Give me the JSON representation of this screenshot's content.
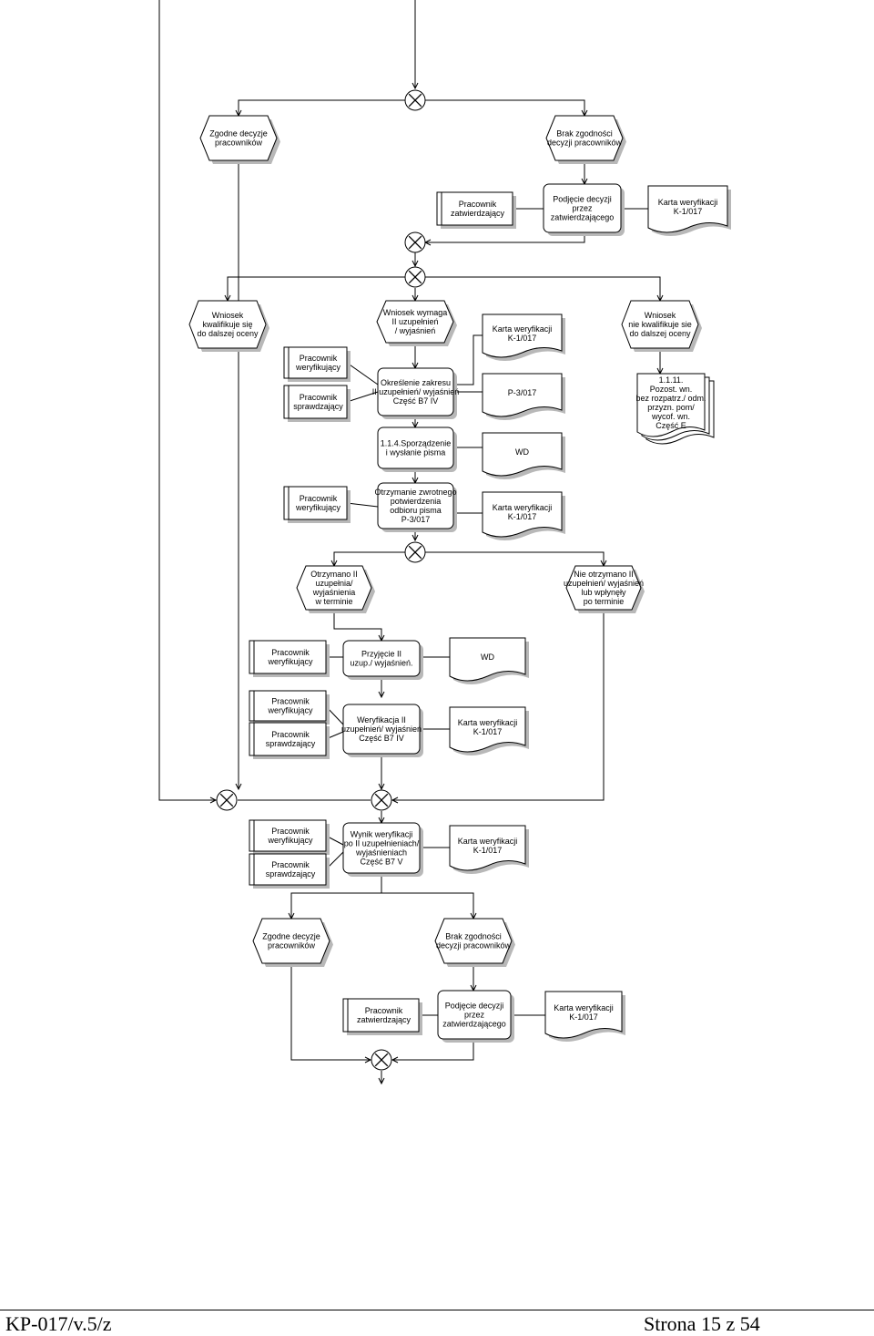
{
  "diagram": {
    "events": {
      "e1": [
        "Zgodne decyzje",
        "pracowników"
      ],
      "e2": [
        "Brak zgodności",
        "decyzji pracowników"
      ],
      "e3": [
        "Wniosek",
        "kwalifikuje się",
        "do dalszej oceny"
      ],
      "e4": [
        "Wniosek wymaga",
        "II uzupełnień",
        "/ wyjaśnień"
      ],
      "e5": [
        "Wniosek",
        "nie kwalifikuje sie",
        "do dalszej oceny"
      ],
      "e6": [
        "Otrzymano II",
        "uzupełnia/",
        "wyjaśnienia",
        "w terminie"
      ],
      "e7": [
        "Nie otrzymano II",
        "uzupełnień/ wyjaśnień",
        "lub wpłynęły",
        "po terminie"
      ],
      "e8": [
        "Zgodne decyzje",
        "pracowników"
      ],
      "e9": [
        "Brak zgodności",
        "decyzji pracowników"
      ]
    },
    "functions": {
      "f1": [
        "Podjęcie decyzji",
        "przez",
        "zatwierdzającego"
      ],
      "f2": [
        "Określenie zakresu",
        "II uzupełnień/ wyjaśnień",
        "Część B7 IV"
      ],
      "f3": [
        "1.1.4.Sporządzenie",
        "i wysłanie pisma"
      ],
      "f4": [
        "Otrzymanie zwrotnego",
        "potwierdzenia",
        "odbioru pisma",
        "P-3/017"
      ],
      "f5": [
        "Przyjęcie II",
        "uzup./ wyjaśnień."
      ],
      "f6": [
        "Weryfikacja II",
        "uzupełnień/ wyjaśnień",
        "Część B7 IV"
      ],
      "f7": [
        "Wynik weryfikacji",
        "po II uzupełnieniach/",
        "wyjaśnieniach",
        "Część B7 V"
      ],
      "f8": [
        "Podjęcie decyzji",
        "przez",
        "zatwierdzającego"
      ]
    },
    "roles": {
      "r1": [
        "Pracownik",
        "zatwierdzający"
      ],
      "r2": [
        "Pracownik",
        "weryfikujący"
      ],
      "r3": [
        "Pracownik",
        "sprawdzający"
      ],
      "r4": [
        "Pracownik",
        "weryfikujący"
      ],
      "r5": [
        "Pracownik",
        "weryfikujący"
      ],
      "r6": [
        "Pracownik",
        "weryfikujący"
      ],
      "r7": [
        "Pracownik",
        "sprawdzający"
      ],
      "r8": [
        "Pracownik",
        "weryfikujący"
      ],
      "r9": [
        "Pracownik",
        "sprawdzający"
      ],
      "r10": [
        "Pracownik",
        "zatwierdzający"
      ]
    },
    "documents": {
      "d1": [
        "Karta weryfikacji",
        "K-1/017"
      ],
      "d2": [
        "Karta weryfikacji",
        "K-1/017"
      ],
      "d3": [
        "P-3/017"
      ],
      "d4": [
        "WD"
      ],
      "d5": [
        "1.1.11.",
        "Pozost. wn.",
        "bez rozpatrz./ odm.",
        "przyzn. pom/",
        "wycof. wn.",
        "Część E"
      ],
      "d6": [
        "Karta weryfikacji",
        "K-1/017"
      ],
      "d7": [
        "WD"
      ],
      "d8": [
        "Karta weryfikacji",
        "K-1/017"
      ],
      "d9": [
        "Karta weryfikacji",
        "K-1/017"
      ],
      "d10": [
        "Karta weryfikacji",
        "K-1/017"
      ]
    },
    "connector_symbol": "XOR"
  },
  "footer": {
    "left": "KP-017/v.5/z",
    "right": "Strona 15 z 54"
  }
}
